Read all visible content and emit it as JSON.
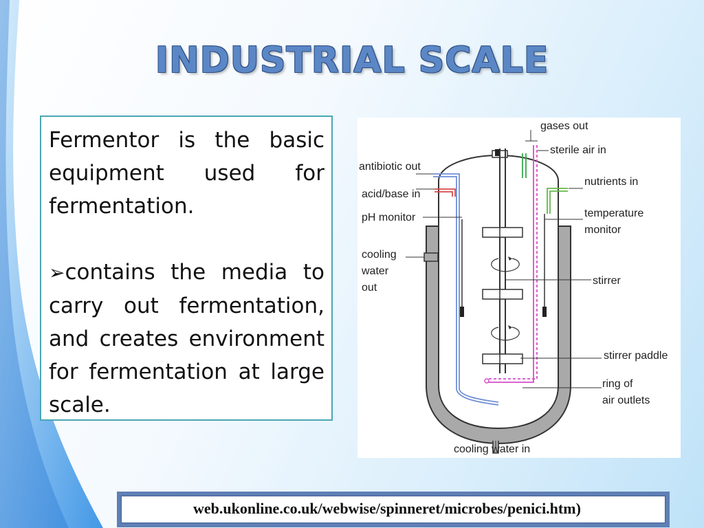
{
  "slide": {
    "title": "INDUSTRIAL SCALE",
    "paragraph_1": "Fermentor is the basic equipment used for fermentation.",
    "bullet_marker": "➢",
    "paragraph_2": "contains the media to carry out fermentation, and creates environment for fermentation at large scale.",
    "source_url": "web.ukonline.co.uk/webwise/spinneret/microbes/penici.htm)"
  },
  "diagram": {
    "labels": {
      "gases_out": "gases out",
      "sterile_air_in": "sterile air in",
      "antibiotic_out": "antibiotic out",
      "acid_base_in": "acid/base in",
      "nutrients_in": "nutrients in",
      "ph_monitor": "pH monitor",
      "temperature_monitor_1": "temperature",
      "temperature_monitor_2": "monitor",
      "cooling_water_out_1": "cooling",
      "cooling_water_out_2": "water",
      "cooling_water_out_3": "out",
      "stirrer": "stirrer",
      "stirrer_paddle": "stirrer paddle",
      "ring_of_air_outlets_1": "ring of",
      "ring_of_air_outlets_2": "air outlets",
      "cooling_water_in": "cooling water in"
    },
    "colors": {
      "jacket": "#a9a9a9",
      "antibiotic_line": "#6f8fd6",
      "acid_base_line": "#d94a4a",
      "sterile_air_line": "#d64fc8",
      "nutrients_line": "#66b84a",
      "gases_line": "#38a84a"
    }
  }
}
